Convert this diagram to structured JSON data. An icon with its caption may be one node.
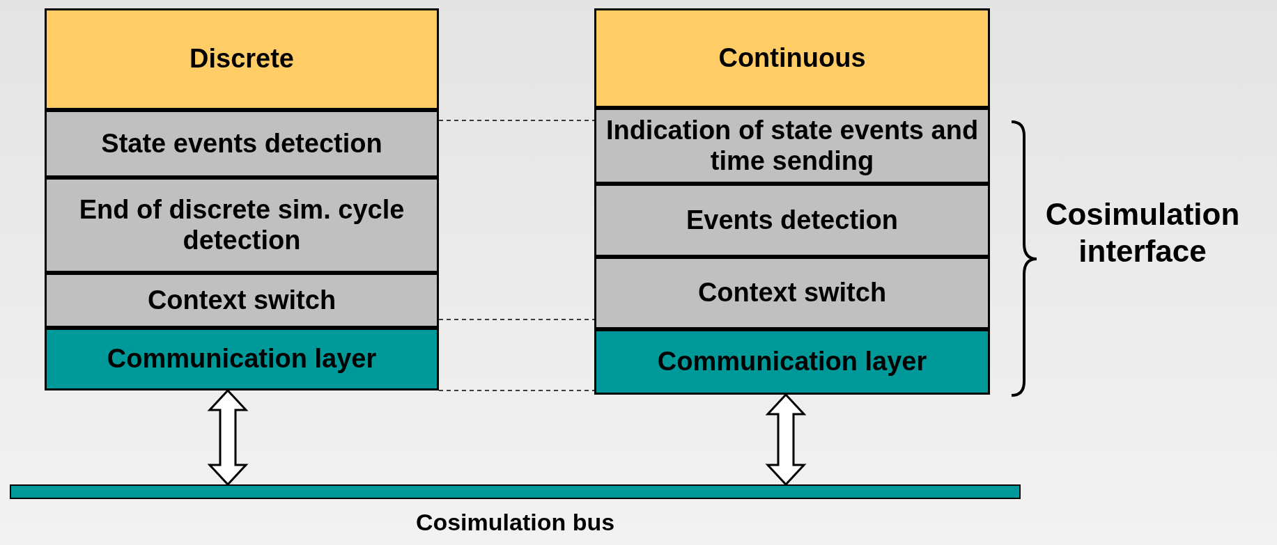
{
  "diagram": {
    "nodes": [
      {
        "text": [
          "Discrete"
        ]
      },
      {
        "text": [
          "State events detection"
        ]
      },
      {
        "text": [
          "End of discrete sim. cycle detection"
        ]
      },
      {
        "text": [
          "Context switch"
        ]
      },
      {
        "text": [
          "Communication layer"
        ]
      },
      {
        "text": [
          "Continuous"
        ]
      },
      {
        "text": [
          "Indication of state events and time sending"
        ]
      },
      {
        "text": [
          "Events detection"
        ]
      },
      {
        "text": [
          "Context switch"
        ]
      },
      {
        "text": [
          "Communication layer"
        ]
      },
      {
        "text": [],
        "shape": "bar",
        "beside": [
          "Cosimulation bus"
        ]
      }
    ],
    "edges": [
      {
        "from": 1,
        "to": 6,
        "arrow": "none",
        "style": "dashed"
      },
      {
        "from": 3,
        "to": 8,
        "arrow": "none",
        "style": "dashed"
      },
      {
        "from": 4,
        "to": 9,
        "arrow": "none",
        "style": "dashed"
      },
      {
        "from": 4,
        "to": 10,
        "arrow": "both",
        "style": "thick"
      },
      {
        "from": 9,
        "to": 10,
        "arrow": "both",
        "style": "thick"
      }
    ],
    "labels": [
      "Cosimulation interface"
    ]
  }
}
